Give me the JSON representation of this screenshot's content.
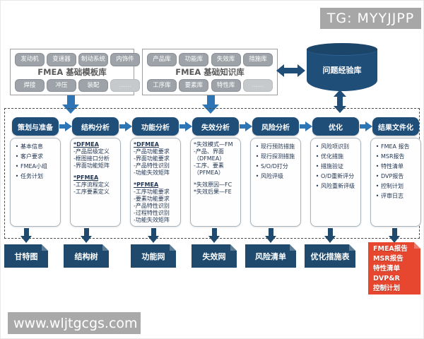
{
  "badge": {
    "label": "TG: MYYJJPP"
  },
  "watermark": {
    "label": "www.wljtgcgs.com"
  },
  "top": {
    "template_library": {
      "title": "FMEA 基础模板库",
      "row1": [
        {
          "label": "发动机"
        },
        {
          "label": "变速器"
        },
        {
          "label": "制动系统"
        },
        {
          "label": "内饰件"
        }
      ],
      "row2": [
        {
          "label": "焊接"
        },
        {
          "label": "冲压"
        },
        {
          "label": "装配"
        },
        {
          "label": "……",
          "faded": true
        }
      ]
    },
    "knowledge_library": {
      "title": "FMEA 基础知识库",
      "row1": [
        {
          "label": "产品库"
        },
        {
          "label": "功能库"
        },
        {
          "label": "失效库"
        },
        {
          "label": "措施库"
        }
      ],
      "row2": [
        {
          "label": "工序库"
        },
        {
          "label": "要素库"
        },
        {
          "label": "特性库"
        },
        {
          "label": "……",
          "faded": true
        }
      ]
    },
    "experience_db": {
      "title": "问题经验库"
    }
  },
  "process_columns": [
    {
      "header": "策划与准备",
      "items": [
        {
          "bullet": true,
          "text": "基本信息"
        },
        {
          "bullet": true,
          "text": "客户要求"
        },
        {
          "bullet": true,
          "text": "FMEA小组"
        },
        {
          "bullet": true,
          "text": "任务计划"
        }
      ]
    },
    {
      "header": "结构分析",
      "items": [
        {
          "underline": true,
          "text": "*DFMEA"
        },
        {
          "text": "-产品层级定义"
        },
        {
          "text": "-框图接口分析"
        },
        {
          "text": "-界面功能矩阵"
        },
        {
          "text": ""
        },
        {
          "underline": true,
          "text": "*PFMEA"
        },
        {
          "text": "-工序流程定义"
        },
        {
          "text": "-工序要素定义"
        }
      ]
    },
    {
      "header": "功能分析",
      "items": [
        {
          "underline": true,
          "text": "*DFMEA"
        },
        {
          "text": "-产品功能要求"
        },
        {
          "text": "-界面功能要求"
        },
        {
          "text": "-产品特性识别"
        },
        {
          "text": "-功能失效矩阵"
        },
        {
          "text": ""
        },
        {
          "underline": true,
          "text": "*PFMEA"
        },
        {
          "text": "-工序功能要求"
        },
        {
          "text": "-要素功能要求"
        },
        {
          "text": "-产品特性识别"
        },
        {
          "text": "-过程特性识别"
        },
        {
          "text": "-功能失效矩阵"
        }
      ]
    },
    {
      "header": "失效分析",
      "items": [
        {
          "text": "*失效模式—FM"
        },
        {
          "text": "-产品、界面"
        },
        {
          "text": "（DFMEA）"
        },
        {
          "text": "-工序、要素"
        },
        {
          "text": "（PFMEA）"
        },
        {
          "text": ""
        },
        {
          "text": "*失效原因—FC"
        },
        {
          "text": "*失效后果—FE"
        }
      ]
    },
    {
      "header": "风险分析",
      "items": [
        {
          "bullet": true,
          "text": "现行预防措施"
        },
        {
          "bullet": true,
          "text": "现行探测措施"
        },
        {
          "bullet": true,
          "text": "S/O/D打分"
        },
        {
          "bullet": true,
          "text": "风险评级"
        }
      ]
    },
    {
      "header": "优化",
      "items": [
        {
          "bullet": true,
          "text": "风险项识别"
        },
        {
          "bullet": true,
          "text": "优化措施"
        },
        {
          "bullet": true,
          "text": "措施验证"
        },
        {
          "bullet": true,
          "text": "O/D重新评分"
        },
        {
          "bullet": true,
          "text": "风险重新评级"
        }
      ]
    },
    {
      "header": "结果文件化",
      "items": [
        {
          "bullet": true,
          "text": "FMEA 报告"
        },
        {
          "bullet": true,
          "text": "MSR报告"
        },
        {
          "bullet": true,
          "text": "特性清单"
        },
        {
          "bullet": true,
          "text": "DVP报告"
        },
        {
          "bullet": true,
          "text": "控制计划"
        },
        {
          "bullet": true,
          "text": "评审日志"
        }
      ]
    }
  ],
  "outputs": [
    {
      "label": "甘特图"
    },
    {
      "label": "结构树"
    },
    {
      "label": "功能网"
    },
    {
      "label": "失效网"
    },
    {
      "label": "风险清单"
    },
    {
      "label": "优化措施表"
    },
    {
      "variant": "red",
      "labels": [
        "FMEA报告",
        "MSR报告",
        "特性清单",
        "DVP&R",
        "控制计划"
      ]
    }
  ],
  "colors": {
    "header_blue": "#1f4e79",
    "arrow_blue": "#2e75b6",
    "output_navy": "#1f4a6d",
    "alert_red": "#e8472f",
    "chip_gray": "#9da3a8"
  }
}
